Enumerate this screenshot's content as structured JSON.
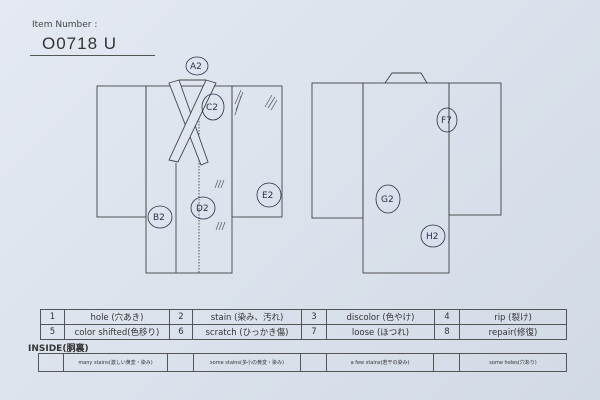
{
  "header": {
    "item_number_label": "Item Number :",
    "item_number": "O0718  U"
  },
  "annotations": {
    "front": [
      "A2",
      "C2",
      "B2",
      "D2",
      "E2"
    ],
    "back": [
      "F7",
      "G2",
      "H2"
    ]
  },
  "legend": [
    {
      "num": "1",
      "label": "hole (穴あき)"
    },
    {
      "num": "2",
      "label": "stain (染み、汚れ)"
    },
    {
      "num": "3",
      "label": "discolor (色やけ)"
    },
    {
      "num": "4",
      "label": "rip (裂け)"
    },
    {
      "num": "5",
      "label": "color shifted(色移り)"
    },
    {
      "num": "6",
      "label": "scratch (ひっかき傷)"
    },
    {
      "num": "7",
      "label": "loose (ほつれ)"
    },
    {
      "num": "8",
      "label": "repair(修復)"
    }
  ],
  "inside": {
    "title": "INSIDE(胴裏)",
    "options": [
      "many stains(激しい黄変・染み)",
      "some stains(多小の黄変・染み)",
      "a few stains(若干の染み)",
      "some holes(穴あり)"
    ]
  }
}
